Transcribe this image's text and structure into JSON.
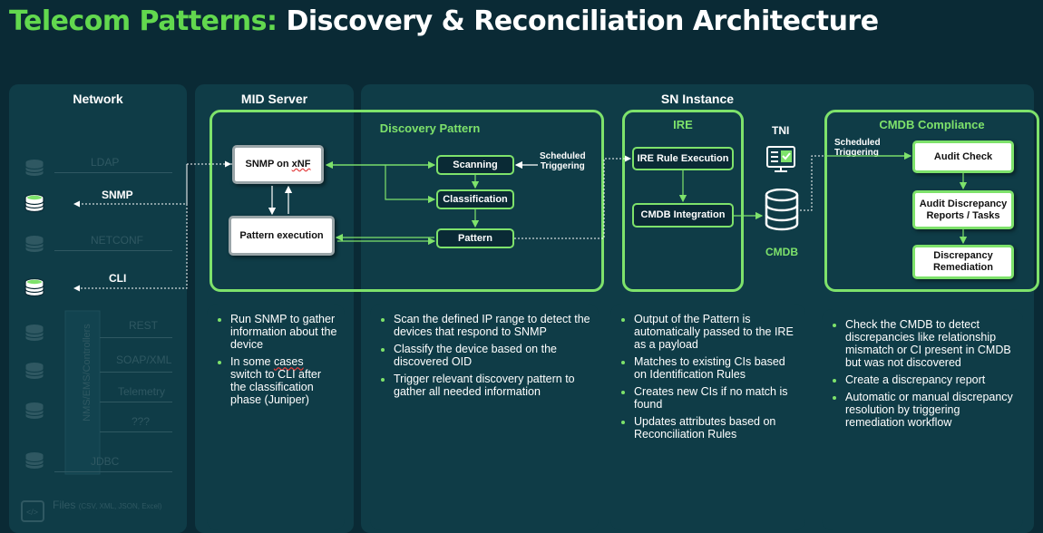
{
  "title": {
    "accent": "Telecom Patterns:",
    "main": "Discovery & Reconciliation Architecture"
  },
  "columns": {
    "network": "Network",
    "mid": "MID Server",
    "sn": "SN Instance"
  },
  "network": {
    "ldap": "LDAP",
    "snmp": "SNMP",
    "netconf": "NETCONF",
    "cli": "CLI",
    "controllers": "NMS/EMS/Controllers",
    "rest": "REST",
    "soap": "SOAP/XML",
    "telemetry": "Telemetry",
    "unknown": "???",
    "jdbc": "JDBC",
    "files": "Files",
    "files_types": "(CSV, XML, JSON, Excel)",
    "file_icon": "</>"
  },
  "discovery_pattern": {
    "title": "Discovery Pattern",
    "snmp_node_prefix": "SNMP on ",
    "snmp_node_suffix": "xNF",
    "pattern_exec": "Pattern execution",
    "scanning": "Scanning",
    "classification": "Classification",
    "pattern": "Pattern",
    "scheduled": "Scheduled",
    "triggering": "Triggering"
  },
  "ire": {
    "title": "IRE",
    "rule_exec": "IRE Rule Execution",
    "cmdb_integration": "CMDB Integration"
  },
  "tni": {
    "label": "TNI"
  },
  "cmdb": {
    "label": "CMDB"
  },
  "compliance": {
    "title": "CMDB Compliance",
    "scheduled": "Scheduled",
    "triggering": "Triggering",
    "audit_check": "Audit Check",
    "audit_reports": "Audit Discrepancy Reports / Tasks",
    "remediation": "Discrepancy Remediation"
  },
  "desc_mid": {
    "items": [
      "Run SNMP to gather information about the device",
      [
        "In some ",
        "cases",
        " switch to CLI after the classification phase (Juniper)"
      ]
    ]
  },
  "desc_discovery": {
    "items": [
      "Scan the defined IP range to detect the devices that respond to SNMP",
      "Classify the device based on the discovered OID",
      "Trigger relevant discovery pattern to gather all needed information"
    ]
  },
  "desc_ire": {
    "items": [
      "Output of the Pattern is automatically passed to the IRE as a payload",
      "Matches to existing CIs based on Identification Rules",
      "Creates new CIs if no match is found",
      "Updates attributes based on Reconciliation Rules"
    ]
  },
  "desc_compliance": {
    "items": [
      "Check the CMDB to detect discrepancies like relationship mismatch or CI present in CMDB but was not discovered",
      "Create a discrepancy report",
      "Automatic or manual discrepancy resolution by triggering remediation workflow"
    ]
  },
  "colors": {
    "background": "#0a2a35",
    "panel": "#0f3c47",
    "accent_green": "#62d84e",
    "box_green": "#7ee26b"
  }
}
